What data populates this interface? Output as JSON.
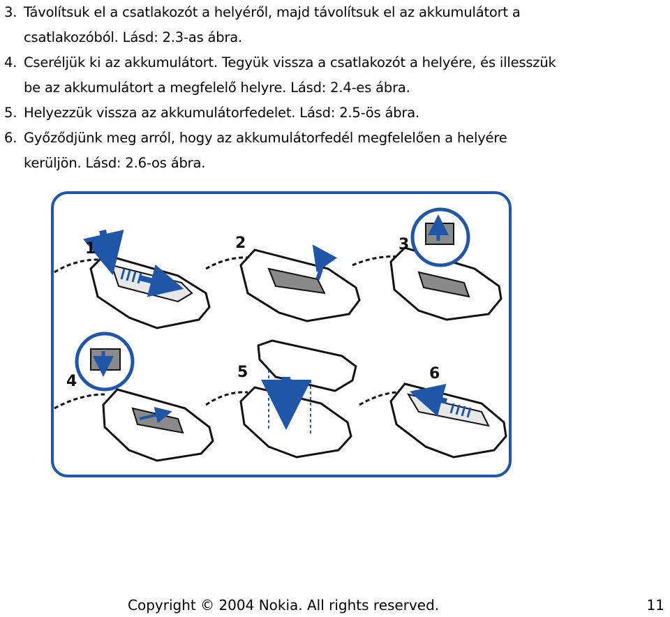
{
  "steps": [
    {
      "number": "3.",
      "text": "Távolítsuk el a csatlakozót a helyéről, majd távolítsuk el az akkumulátort a",
      "text2": "csatlakozóból. Lásd: 2.3-as ábra."
    },
    {
      "number": "4.",
      "text": "Cseréljük ki az akkumulátort. Tegyük vissza a csatlakozót a helyére, és illesszük",
      "text2": "be az akkumulátort a megfelelő helyre. Lásd: 2.4-es ábra."
    },
    {
      "number": "5.",
      "text": "Helyezzük vissza az akkumulátorfedelet. Lásd: 2.5-ös ábra."
    },
    {
      "number": "6.",
      "text": "Győződjünk meg arról, hogy az akkumulátorfedél megfelelően a helyére",
      "text2": "kerüljön. Lásd: 2.6-os ábra."
    }
  ],
  "figure": {
    "labels": [
      "1",
      "2",
      "3",
      "4",
      "5",
      "6"
    ],
    "colors": {
      "frame": "#1f56a8",
      "arrow": "#1f56a8",
      "line": "#111111",
      "battery": "#8a8a8a"
    }
  },
  "footer": {
    "copyright": "Copyright © 2004 Nokia. All rights reserved.",
    "page_number": "11"
  }
}
